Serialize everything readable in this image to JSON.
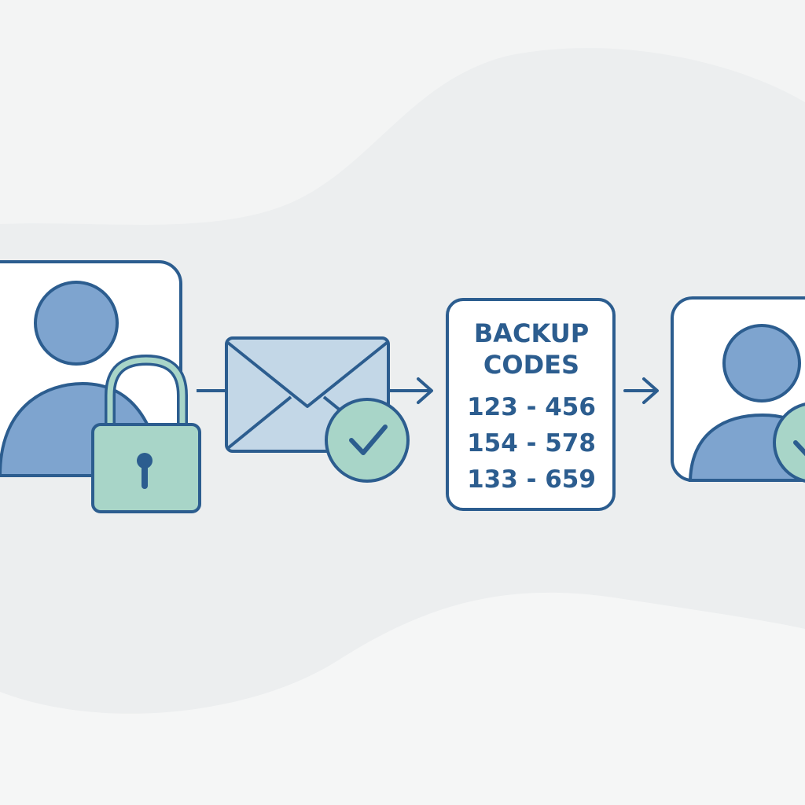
{
  "colors": {
    "background": "#f3f4f4",
    "blob": "#eceeef",
    "outline": "#2c5d8f",
    "person_fill": "#7ea4cf",
    "accent_green": "#a8d5c8",
    "envelope_fill": "#c3d7e7",
    "card_fill": "#ffffff"
  },
  "steps": [
    {
      "id": "locked-account",
      "icons": [
        "user-icon",
        "padlock-icon"
      ]
    },
    {
      "id": "email-verified",
      "icons": [
        "envelope-icon",
        "check-circle-icon"
      ]
    },
    {
      "id": "backup-codes",
      "icons": []
    },
    {
      "id": "access-restored",
      "icons": [
        "user-icon",
        "check-circle-icon"
      ]
    }
  ],
  "backup_codes": {
    "title_line1": "BACKUP",
    "title_line2": "CODES",
    "codes": [
      "123 - 456",
      "154 - 578",
      "133 - 659"
    ]
  },
  "arrows": [
    "arrow-right-icon",
    "arrow-right-icon",
    "arrow-right-icon"
  ]
}
